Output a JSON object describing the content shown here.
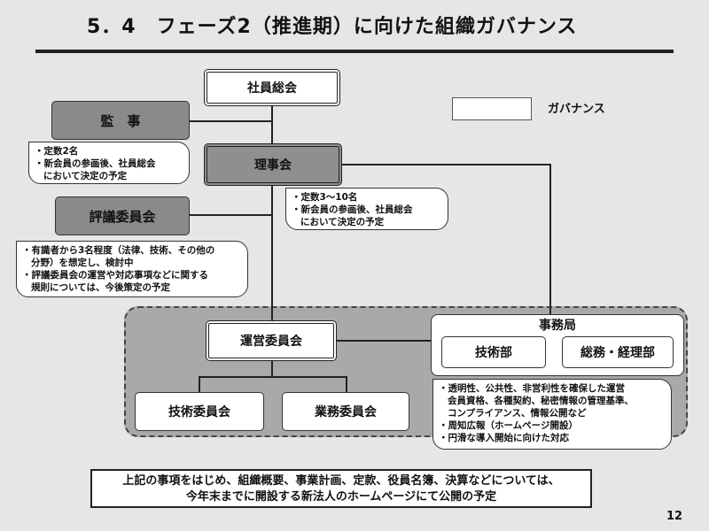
{
  "title": "5．4　フェーズ2（推進期）に向けた組織ガバナンス",
  "legend": {
    "label": "ガバナンス"
  },
  "nodes": {
    "general_assembly": "社員総会",
    "auditor": "監　事",
    "board": "理事会",
    "council": "評議委員会",
    "steering": "運営委員会",
    "secretariat": "事務局",
    "tech_dept": "技術部",
    "admin_dept": "総務・経理部",
    "tech_committee": "技術委員会",
    "business_committee": "業務委員会"
  },
  "notes": {
    "auditor": [
      "・定数2名",
      "・新会員の参画後、社員総会",
      "において決定の予定"
    ],
    "board": [
      "・定数3～10名",
      "・新会員の参画後、社員総会",
      "において決定の予定"
    ],
    "council": [
      "・有識者から3名程度（法律、技術、その他の",
      "分野）を想定し、検討中",
      "・評議委員会の運営や対応事項などに関する",
      "規則については、今後策定の予定"
    ],
    "secretariat": [
      "・透明性、公共性、非営利性を確保した運営",
      "会員資格、各種契約、秘密情報の管理基準、",
      "コンプライアンス、情報公開など",
      "・周知広報（ホームページ開設）",
      "・円滑な導入開始に向けた対応"
    ]
  },
  "footer": [
    "上記の事項をはじめ、組織概要、事業計画、定款、役員名簿、決算などについては、",
    "今年末までに開設する新法人のホームページにて公開の予定"
  ],
  "page_number": "12"
}
